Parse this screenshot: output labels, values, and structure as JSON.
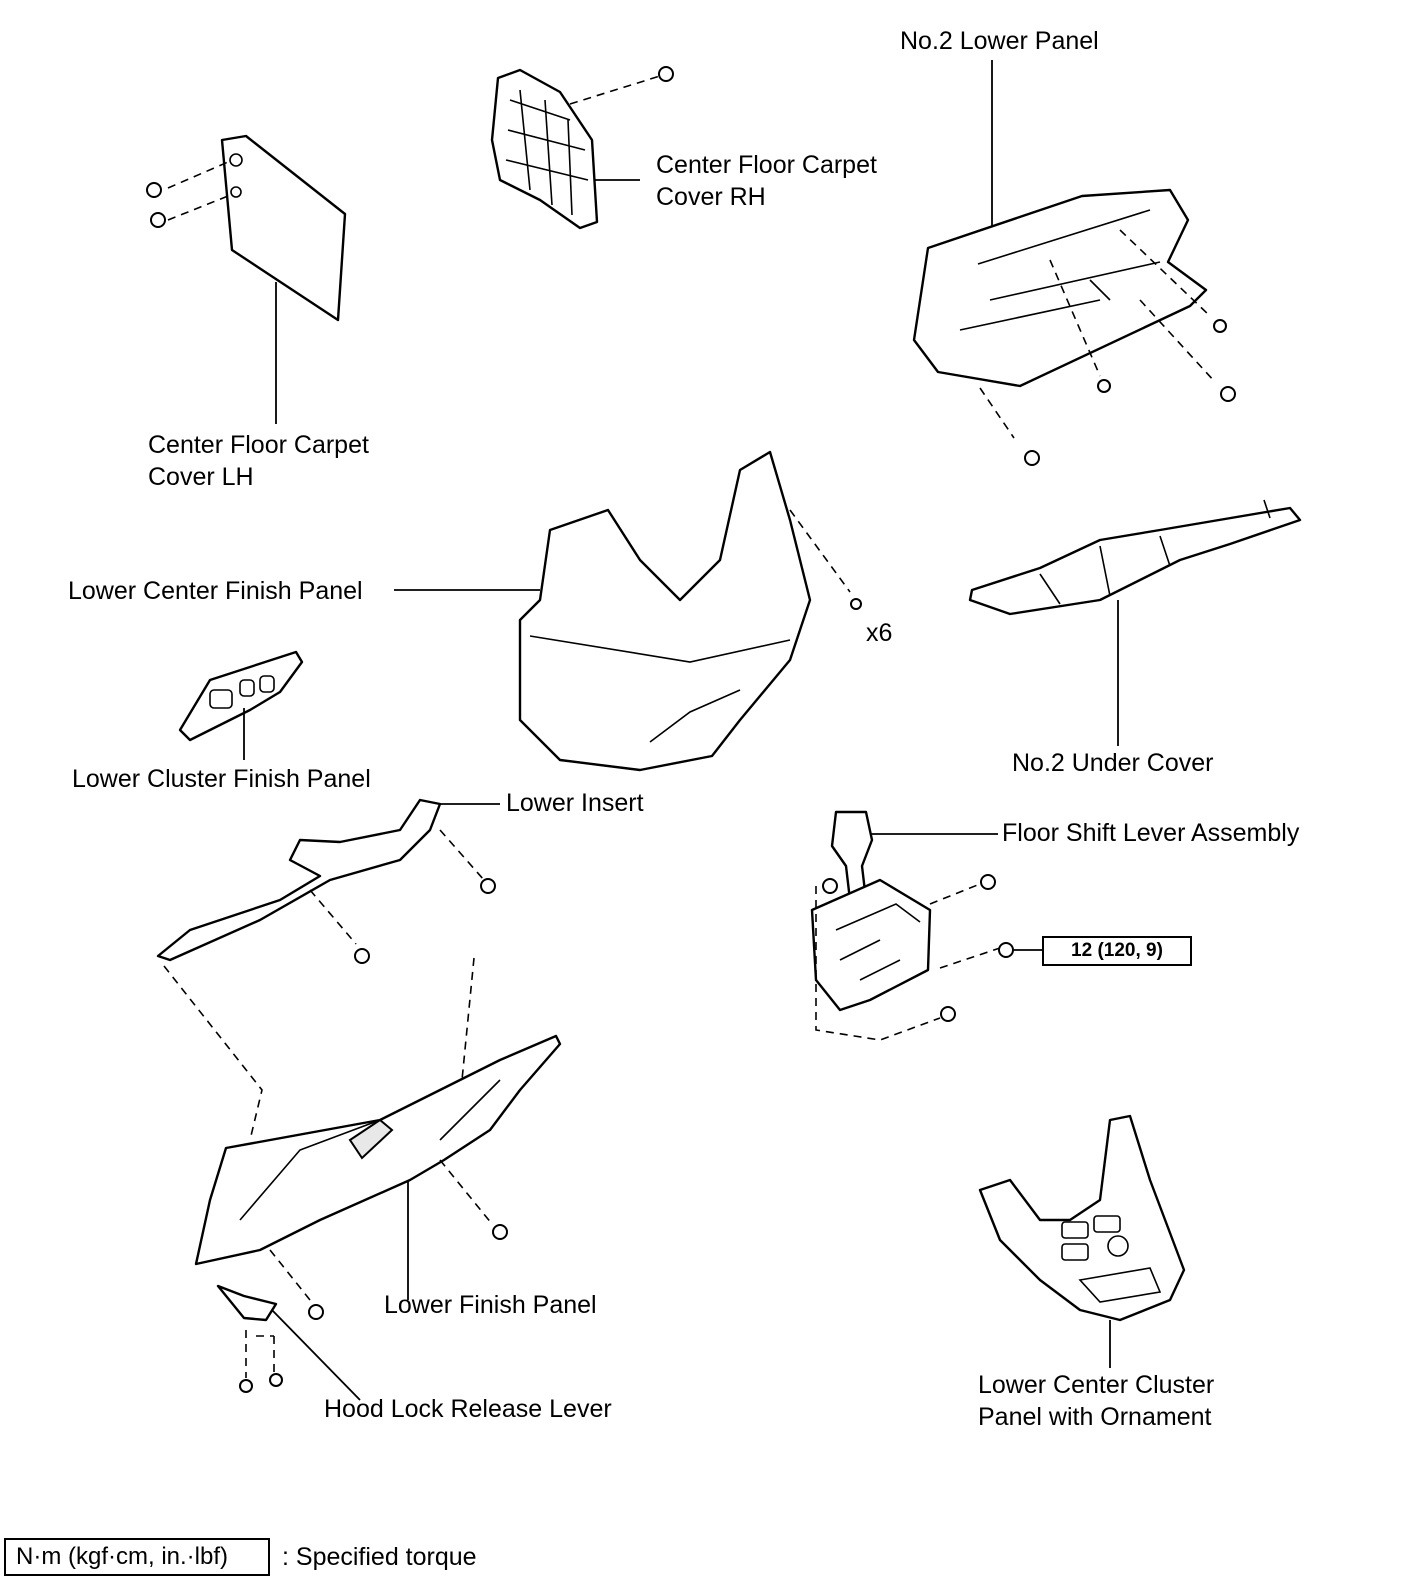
{
  "labels": {
    "no2_lower_panel": "No.2 Lower Panel",
    "center_floor_carpet_cover_rh_1": "Center Floor Carpet",
    "center_floor_carpet_cover_rh_2": "Cover RH",
    "center_floor_carpet_cover_lh_1": "Center Floor Carpet",
    "center_floor_carpet_cover_lh_2": "Cover LH",
    "lower_center_finish_panel": "Lower Center Finish Panel",
    "x6": "x6",
    "no2_under_cover": "No.2 Under Cover",
    "lower_cluster_finish_panel": "Lower Cluster Finish Panel",
    "lower_insert": "Lower Insert",
    "floor_shift_lever_assembly": "Floor Shift Lever Assembly",
    "torque_value": "12 (120, 9)",
    "lower_finish_panel": "Lower Finish Panel",
    "hood_lock_release_lever": "Hood Lock Release Lever",
    "lower_center_cluster_panel_1": "Lower Center Cluster",
    "lower_center_cluster_panel_2": "Panel with Ornament"
  },
  "legend": {
    "units": "N·m (kgf·cm, in.·lbf)",
    "meaning": ": Specified torque"
  }
}
